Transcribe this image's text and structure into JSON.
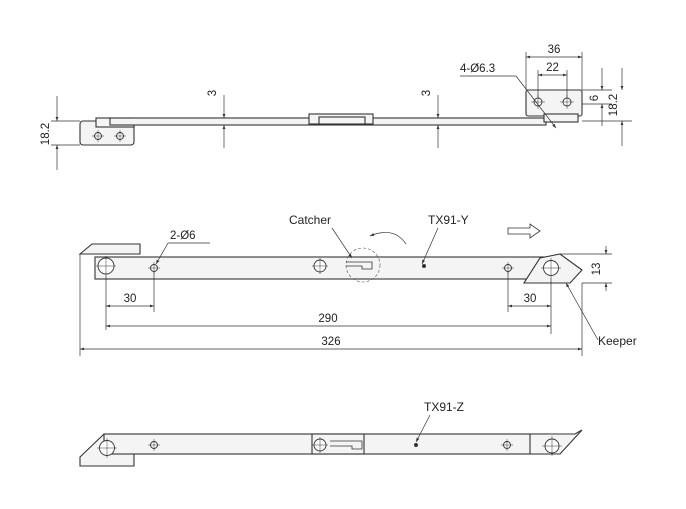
{
  "dimensions": {
    "top_gap_left": "3",
    "top_gap_right": "3",
    "height_left": "18.2",
    "height_right": "18.2",
    "keeper_width": "36",
    "hole_spacing": "22",
    "top_holes": "4-Ø6.3",
    "bracket_small": "6",
    "left_holes": "2-Ø6",
    "left_offset": "30",
    "right_offset": "30",
    "keeper_height": "13",
    "hole_span": "290",
    "overall_length": "326"
  },
  "labels": {
    "catcher": "Catcher",
    "model_y": "TX91-Y",
    "keeper": "Keeper",
    "model_z": "TX91-Z"
  },
  "colors": {
    "line": "#333333",
    "part_fill": "#f4f4f4"
  },
  "icons": {
    "direction_arrow": "outline-right-arrow-icon",
    "rotation_arrow": "curved-arrow-icon"
  }
}
